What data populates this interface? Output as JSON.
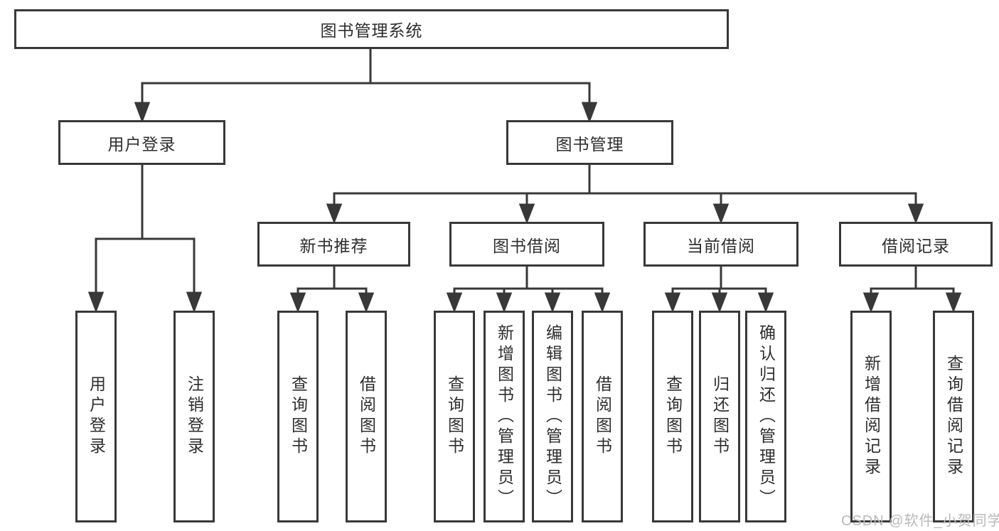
{
  "tree": {
    "root": {
      "label": "图书管理系统"
    },
    "login": {
      "label": "用户登录",
      "children": [
        {
          "label": "用户登录"
        },
        {
          "label": "注销登录"
        }
      ]
    },
    "management": {
      "label": "图书管理",
      "sections": [
        {
          "label": "新书推荐",
          "children": [
            {
              "label": "查询图书"
            },
            {
              "label": "借阅图书"
            }
          ]
        },
        {
          "label": "图书借阅",
          "children": [
            {
              "label": "查询图书"
            },
            {
              "label": "新增图书（管理员）"
            },
            {
              "label": "编辑图书（管理员）"
            },
            {
              "label": "借阅图书"
            }
          ]
        },
        {
          "label": "当前借阅",
          "children": [
            {
              "label": "查询图书"
            },
            {
              "label": "归还图书"
            },
            {
              "label": "确认归还（管理员）"
            }
          ]
        },
        {
          "label": "借阅记录",
          "children": [
            {
              "label": "新增借阅记录"
            },
            {
              "label": "查询借阅记录"
            }
          ]
        }
      ]
    }
  },
  "watermark": {
    "text": "CSDN @软件_小贺同学"
  },
  "colors": {
    "line": "#383838",
    "text": "#2e2e2e",
    "watermark": "#b9b9b9",
    "background": "#ffffff"
  }
}
